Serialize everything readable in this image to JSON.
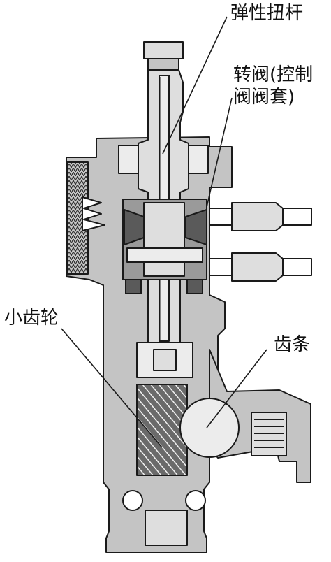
{
  "labels": {
    "torsion_bar": "弹性扭杆",
    "rotary_valve_line1": "转阀(控制",
    "rotary_valve_line2": "阀阀套)",
    "pinion": "小齿轮",
    "rack": "齿条"
  },
  "colors": {
    "background": "#ffffff",
    "line": "#1a1a1a",
    "housing": "#c4c4c4",
    "shaft": "#dedede",
    "dark": "#5a5a5a",
    "light": "#ececec"
  }
}
